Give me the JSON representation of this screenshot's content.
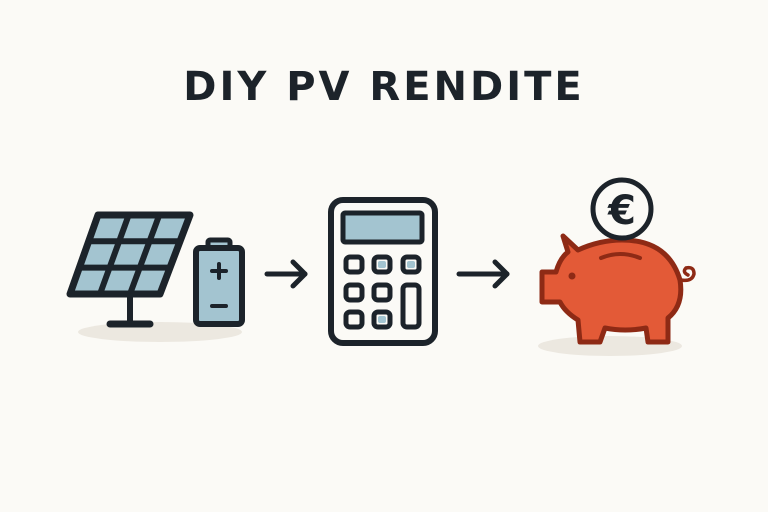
{
  "title": "DIY PV RENDITE",
  "colors": {
    "background": "#fbfaf6",
    "outline": "#1c232a",
    "panel_fill": "#a3c4d0",
    "pig_fill": "#e35a37",
    "pig_outline": "#8e2a15",
    "shadow": "#ece8e0"
  },
  "flow": [
    {
      "step": 1,
      "icons": [
        "solar-panel-icon",
        "battery-icon"
      ]
    },
    {
      "step": 2,
      "icons": [
        "calculator-icon"
      ]
    },
    {
      "step": 3,
      "icons": [
        "piggy-bank-icon",
        "euro-coin-icon"
      ]
    }
  ],
  "battery": {
    "plus": "+",
    "minus": "−"
  },
  "coin": {
    "symbol": "€"
  }
}
